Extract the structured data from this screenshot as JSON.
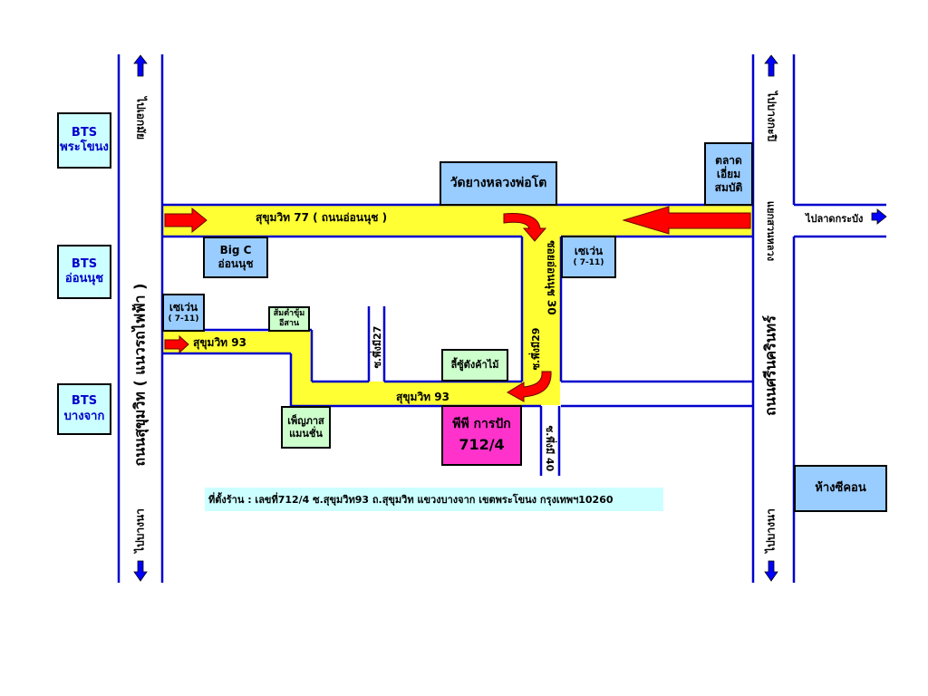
{
  "bts": [
    {
      "line1": "BTS",
      "line2": "พระโขนง"
    },
    {
      "line1": "BTS",
      "line2": "อ่อนนุช"
    },
    {
      "line1": "BTS",
      "line2": "บางจาก"
    }
  ],
  "roads": {
    "sukhumvit_main": "ถนนสุขุมวิท ( แนวรถไฟฟ้า )",
    "sukhumvit77": "สุขุมวิท 77 ( ถนนอ่อนนุช )",
    "sukhumvit93_upper": "สุขุมวิท 93",
    "sukhumvit93_lower": "สุขุมวิท 93",
    "srinakarin": "ถนนศรีนครินทร์",
    "onnut30": "ซอยอ่อนนุช 30",
    "phueng29": "ซ.พึ่งมี29",
    "phueng27": "ซ.พึ่งมี27",
    "phueng40": "ซ.พึ่งมี 40",
    "to_ekkamai": "ไปเอกมัย",
    "to_bangna_left": "ไปบางนา",
    "to_bangkapi": "ไปบางกะปิ",
    "to_bangna_right": "ไปบางนา",
    "suan_luang": "แยกสวนหลวง",
    "to_latkrabang": "ไปลาดกระบัง"
  },
  "places": {
    "wat": "วัดยางหลวงพ่อโต",
    "market": [
      "ตลาด",
      "เอี่ยม",
      "สมบัติ"
    ],
    "bigc": [
      "Big C",
      "อ่อนนุช"
    ],
    "seven_right": [
      "เซเว่น",
      "( 7-11)"
    ],
    "seven_left": [
      "เซเว่น",
      "( 7-11)"
    ],
    "somtam": [
      "ส้มตำขุ้ม",
      "อีสาน"
    ],
    "lichu": "ลี้ซู้ตังค้าไม้",
    "phenyapas": [
      "เพ็ญภาส",
      "แมนชั่น"
    ],
    "shop": [
      "พีพี การปัก",
      "712/4"
    ],
    "seacon": "ห้างซีคอน"
  },
  "address": "ที่ตั้งร้าน : เลขที่712/4 ซ.สุขุมวิท93  ถ.สุขุมวิท แขวงบางจาก เขตพระโขนง กรุงเทพฯ10260",
  "colors": {
    "road_line": "#0000cc",
    "highlight": "#ffff33",
    "arrow_red": "#ff0000",
    "arrow_blue": "#0000ff",
    "bts_box": "#ccffff",
    "place_blue": "#99ccff",
    "place_green": "#ccffcc",
    "shop_pink": "#ff33cc",
    "address_bg": "#ccffff"
  },
  "icons": [
    "arrow-up-icon",
    "arrow-down-icon",
    "arrow-right-icon",
    "red-arrow-right-icon",
    "red-arrow-left-icon",
    "red-curve-arrow-icon"
  ]
}
